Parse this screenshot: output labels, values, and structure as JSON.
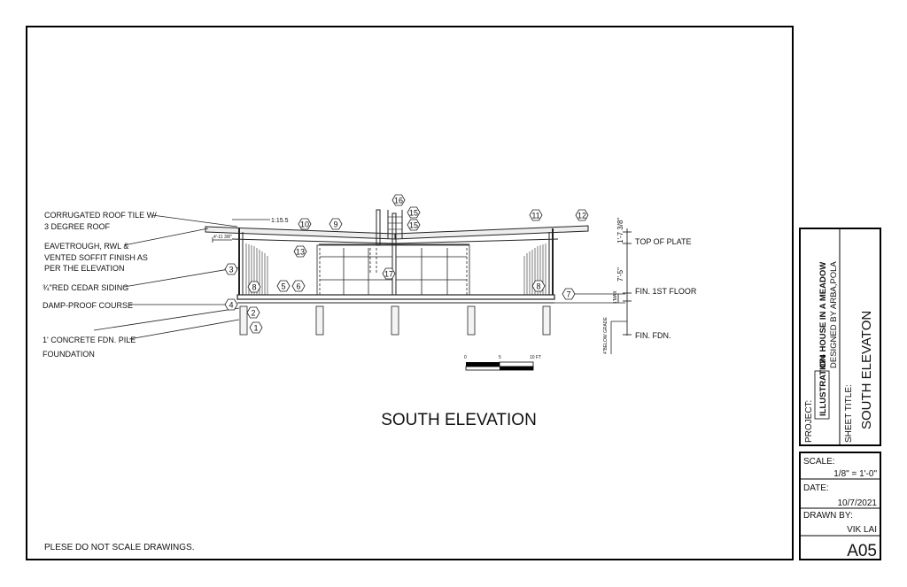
{
  "sheet": {
    "drawing_title": "SOUTH ELEVATION",
    "footer_note": "PLESE DO NOT SCALE DRAWINGS."
  },
  "notes": {
    "roof_line1": "CORRUGATED ROOF TILE W/",
    "roof_line2": "3 DEGREE ROOF",
    "eave_line1": "EAVETROUGH, RWL &",
    "eave_line2": "VENTED SOFFIT  FINISH AS",
    "eave_line3": "PER THE ELEVATION",
    "siding": "¾\"RED CEDAR SIDING",
    "dpc": "DAMP-PROOF COURSE",
    "fdn_line1": "1' CONCRETE FDN. PILE",
    "fdn_line2": "FOUNDATION",
    "slope": "1:15.5",
    "overhang": "4'-11 3/8\"",
    "below_grade": "4\"BELOW GRADE"
  },
  "levels": {
    "top_of_plate": "TOP OF PLATE",
    "first_floor": "FIN. 1ST FLOOR",
    "foundation": "FIN. FDN.",
    "dim_upper": "1'-7 3/8\"",
    "dim_wall": "7'-5\"",
    "dim_floor": "1'MAX"
  },
  "scale_bar": {
    "t0": "0",
    "t1": "5",
    "t2": "10 FT"
  },
  "callouts": [
    "1",
    "2",
    "3",
    "4",
    "5",
    "6",
    "7",
    "8",
    "9",
    "10",
    "11",
    "12",
    "13",
    "15",
    "16",
    "17"
  ],
  "title_block": {
    "project_label": "PROJECT:",
    "project_tag": "ILLUSTRATION",
    "project_name": "074 HOUSE IN A MEADOW",
    "designer": "DESIGNED BY ARBA,POLA",
    "sheet_title_label": "SHEET TITLE:",
    "sheet_title": "SOUTH ELEVATON",
    "scale_label": "SCALE:",
    "scale_value": "1/8\" = 1'-0\"",
    "date_label": "DATE:",
    "date_value": "10/7/2021",
    "drawn_label": "DRAWN BY:",
    "drawn_value": "VIK LAI",
    "sheet_number": "A05"
  }
}
